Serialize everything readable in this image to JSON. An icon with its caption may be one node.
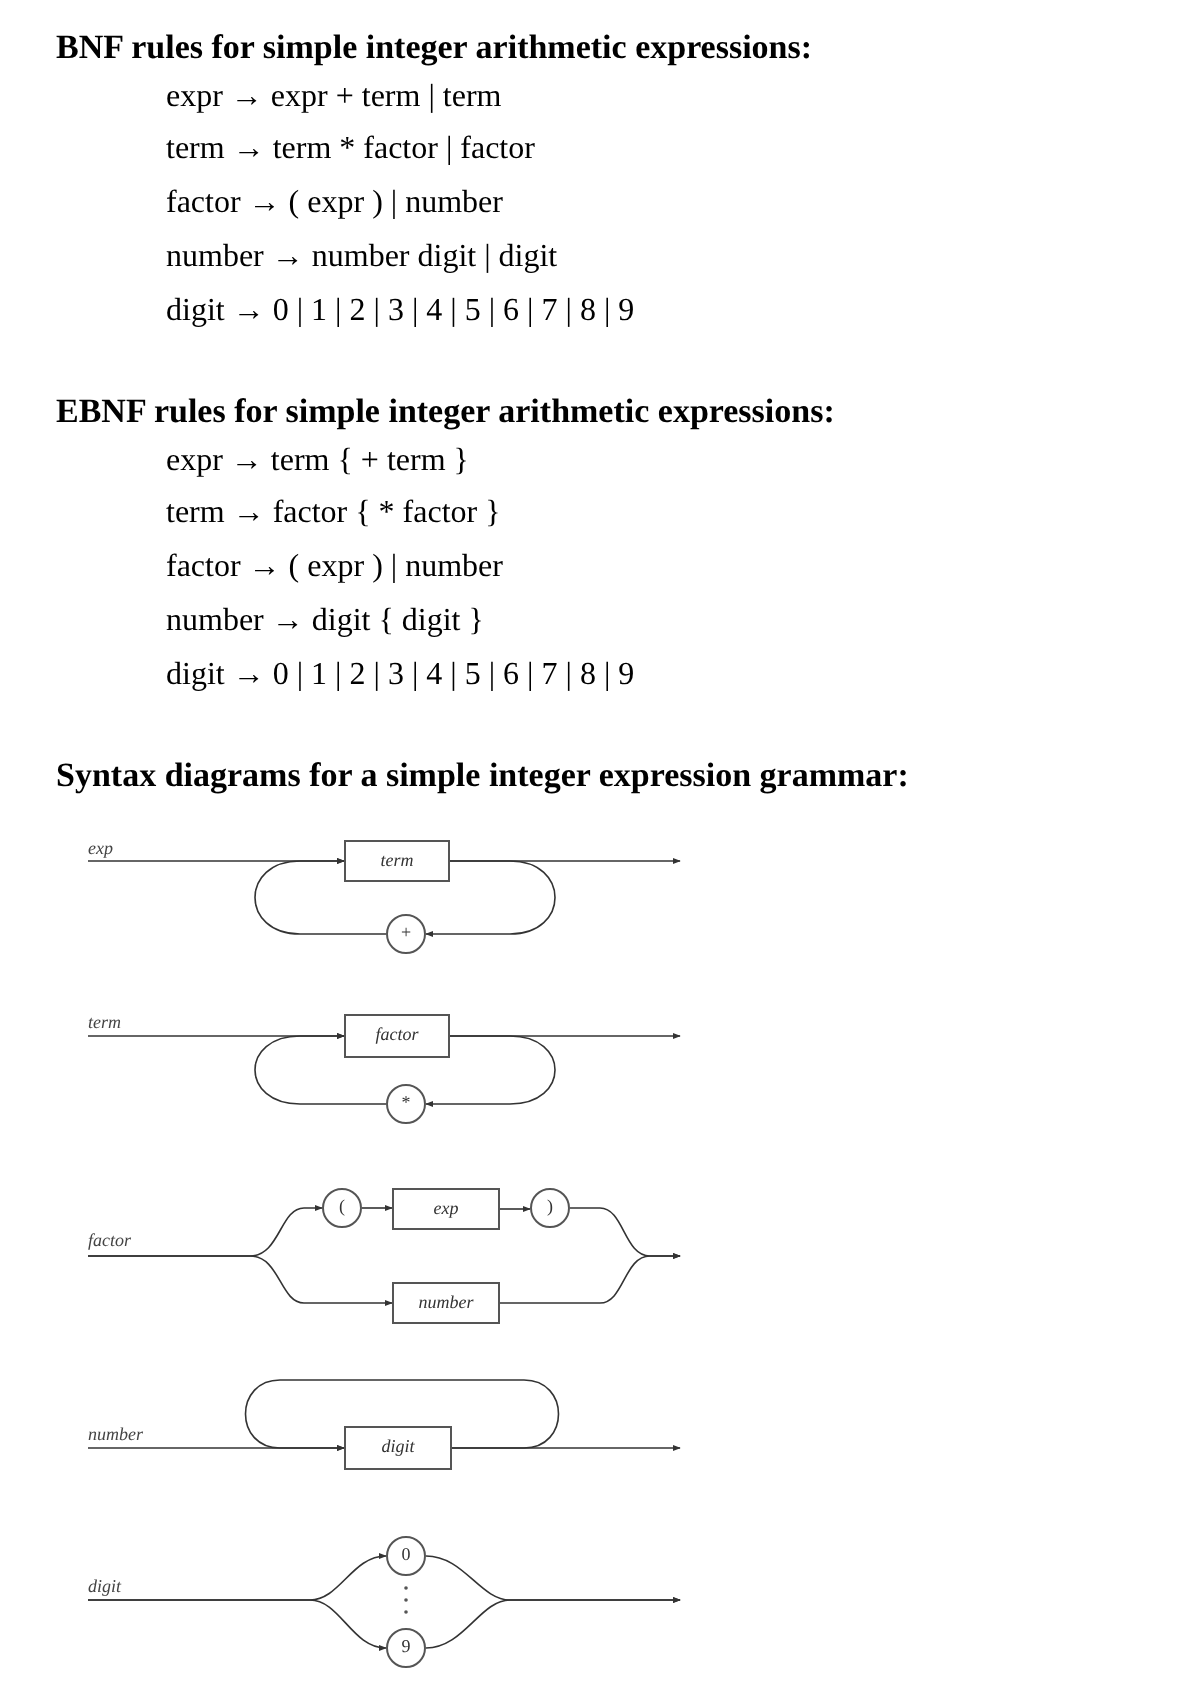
{
  "diagram": {
    "nodes": [
      {
        "text": [
          "term"
        ]
      },
      {
        "text": [
          "+"
        ]
      },
      {
        "text": [
          "factor"
        ]
      },
      {
        "text": [
          "*"
        ]
      },
      {
        "text": [
          "("
        ]
      },
      {
        "text": [
          "exp"
        ]
      },
      {
        "text": [
          ")"
        ]
      },
      {
        "text": [
          "number"
        ]
      },
      {
        "text": [
          "digit"
        ]
      },
      {
        "text": [
          "0"
        ]
      },
      {
        "text": [
          "9"
        ]
      },
      {
        "text": [
          "exp"
        ]
      },
      {
        "text": [
          "term"
        ]
      },
      {
        "text": [
          "factor"
        ]
      },
      {
        "text": [
          "number"
        ]
      },
      {
        "text": [
          "digit"
        ]
      }
    ],
    "edges": [
      {
        "from": 11,
        "to": 0,
        "arrow": "to"
      },
      {
        "from": 0,
        "to": null,
        "arrow": "to"
      },
      {
        "from": 0,
        "to": 1,
        "arrow": "to"
      },
      {
        "from": 1,
        "to": 0,
        "arrow": "to"
      },
      {
        "from": 12,
        "to": 2,
        "arrow": "to"
      },
      {
        "from": 2,
        "to": null,
        "arrow": "to"
      },
      {
        "from": 2,
        "to": 3,
        "arrow": "to"
      },
      {
        "from": 3,
        "to": 2,
        "arrow": "to"
      },
      {
        "from": 13,
        "to": 4,
        "arrow": "to"
      },
      {
        "from": 4,
        "to": 5,
        "arrow": "to"
      },
      {
        "from": 5,
        "to": 6,
        "arrow": "to"
      },
      {
        "from": 6,
        "to": null,
        "arrow": "to"
      },
      {
        "from": 13,
        "to": 7,
        "arrow": "to"
      },
      {
        "from": 7,
        "to": null,
        "arrow": "to"
      },
      {
        "from": 14,
        "to": 8,
        "arrow": "to"
      },
      {
        "from": 8,
        "to": null,
        "arrow": "to"
      },
      {
        "from": 8,
        "to": 8,
        "arrow": "to"
      },
      {
        "from": 15,
        "to": 9,
        "arrow": "to"
      },
      {
        "from": 15,
        "to": 10,
        "arrow": "to"
      },
      {
        "from": 9,
        "to": null,
        "arrow": "to"
      },
      {
        "from": 10,
        "to": null,
        "arrow": "to"
      }
    ],
    "labels": [
      "BNF rules for simple integer arithmetic expressions:",
      "expr → expr + term | term",
      "term → term * factor | factor",
      "factor → ( expr ) | number",
      "number → number digit | digit",
      "digit → 0 | 1 | 2 | 3 | 4 | 5 | 6 | 7 | 8 | 9",
      "EBNF rules for simple integer arithmetic expressions:",
      "expr → term { + term }",
      "term → factor { * factor }",
      "factor → ( expr ) | number",
      "number → digit { digit }",
      "digit → 0 | 1 | 2 | 3 | 4 | 5 | 6 | 7 | 8 | 9",
      "Syntax diagrams for a simple integer expression grammar:"
    ]
  }
}
